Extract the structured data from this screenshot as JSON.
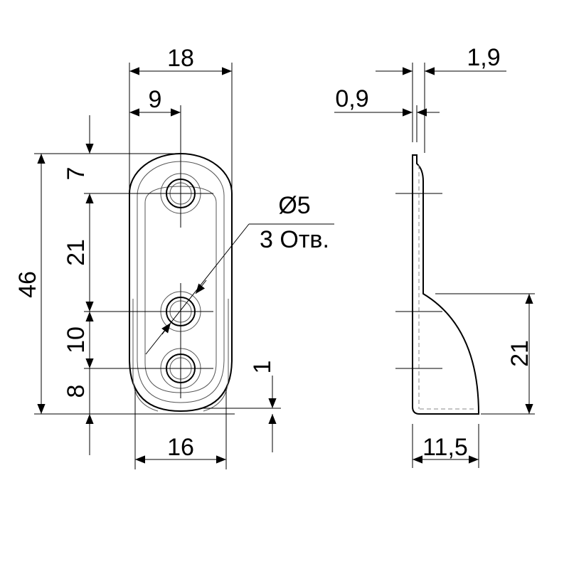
{
  "front_view": {
    "dims": {
      "width_total": "18",
      "width_half": "9",
      "height_total": "46",
      "top_offset": "7",
      "hole_spacing_1": "21",
      "hole_spacing_2": "10",
      "bottom_offset": "8",
      "base_width": "16",
      "lip": "1"
    },
    "hole_callout": {
      "diameter": "Ø5",
      "count": "3 Отв."
    }
  },
  "side_view": {
    "dims": {
      "plate_thickness": "1,9",
      "sheet_thickness": "0,9",
      "hook_height": "21",
      "hook_depth": "11,5"
    }
  }
}
